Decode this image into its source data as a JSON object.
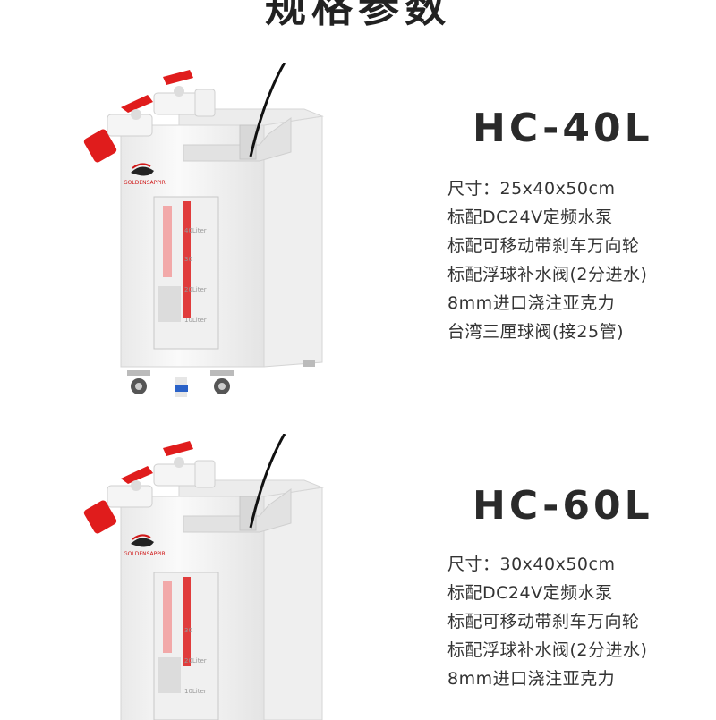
{
  "header": {
    "title": "规格参数"
  },
  "products": [
    {
      "model": "HC-40L",
      "brand_text": "GOLDENSAPPIR",
      "tank_labels": [
        "40Liter",
        "30",
        "20Liter",
        "10Liter"
      ],
      "specs": [
        "尺寸：25x40x50cm",
        "标配DC24V定频水泵",
        "标配可移动带刹车万向轮",
        "标配浮球补水阀(2分进水)",
        "8mm进口浇注亚克力",
        "台湾三厘球阀(接25管)"
      ]
    },
    {
      "model": "HC-60L",
      "brand_text": "GOLDENSAPPIR",
      "tank_labels": [
        "30",
        "20Liter",
        "10Liter"
      ],
      "specs": [
        "尺寸：30x40x50cm",
        "标配DC24V定频水泵",
        "标配可移动带刹车万向轮",
        "标配浮球补水阀(2分进水)",
        "8mm进口浇注亚克力"
      ]
    }
  ],
  "colors": {
    "valve_red": "#e01c1c",
    "cabinet": "#f4f4f4",
    "acrylic": "#f0f0f0",
    "text": "#333333"
  }
}
